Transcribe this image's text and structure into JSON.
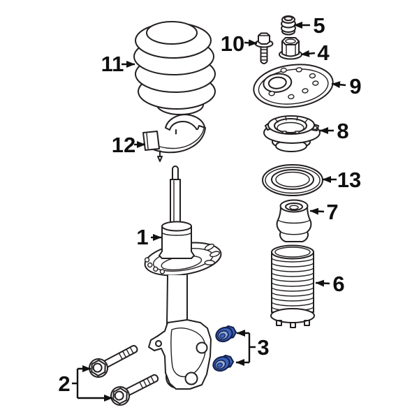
{
  "diagram": {
    "background": "#ffffff",
    "line_color": "#231f20",
    "highlight": {
      "fill": "#3c64c0",
      "light": "#93abdc",
      "outline": "#15224d"
    },
    "highlighted_callout": "3",
    "callouts": [
      {
        "label": "1",
        "part": "strut-assembly",
        "target_count": 1
      },
      {
        "label": "2",
        "part": "strut-to-knuckle-bolts",
        "target_count": 2
      },
      {
        "label": "3",
        "part": "flange-nuts-highlighted",
        "target_count": 2
      },
      {
        "label": "4",
        "part": "strut-rod-nut",
        "target_count": 1
      },
      {
        "label": "5",
        "part": "cap",
        "target_count": 1
      },
      {
        "label": "6",
        "part": "dust-boot",
        "target_count": 1
      },
      {
        "label": "7",
        "part": "bump-stop",
        "target_count": 1
      },
      {
        "label": "8",
        "part": "strut-mount",
        "target_count": 1
      },
      {
        "label": "9",
        "part": "strut-mount-plate",
        "target_count": 1
      },
      {
        "label": "10",
        "part": "mount-bolt",
        "target_count": 1
      },
      {
        "label": "11",
        "part": "coil-spring",
        "target_count": 1
      },
      {
        "label": "12",
        "part": "spring-seat",
        "target_count": 1
      },
      {
        "label": "13",
        "part": "strut-bearing",
        "target_count": 1
      }
    ]
  }
}
